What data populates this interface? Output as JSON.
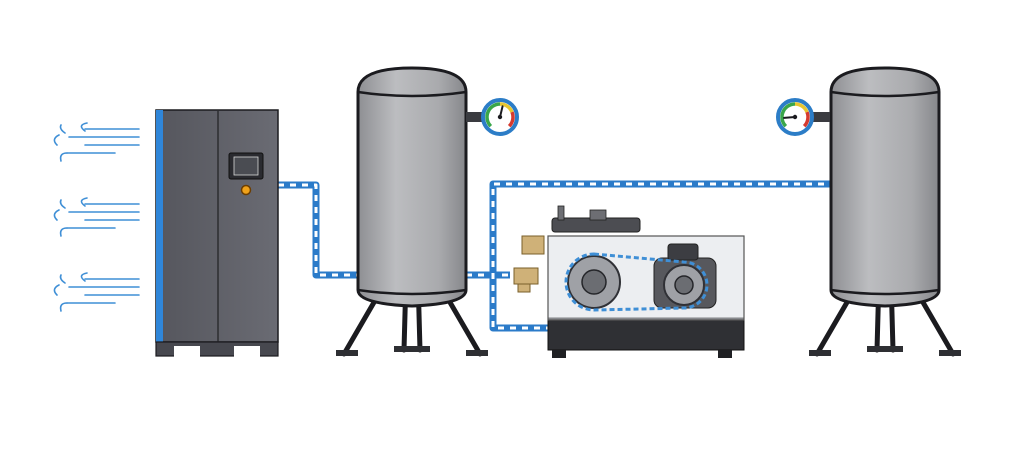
{
  "diagram": {
    "components": [
      {
        "id": "air-intake",
        "icon": "wind-lines-icon"
      },
      {
        "id": "compressor-cabinet",
        "icon": "compressor-cabinet-icon"
      },
      {
        "id": "receiver-tank-1",
        "icon": "tank-icon"
      },
      {
        "id": "pressure-gauge-1",
        "icon": "pressure-gauge-icon"
      },
      {
        "id": "booster-compressor",
        "icon": "piston-compressor-icon"
      },
      {
        "id": "receiver-tank-2",
        "icon": "tank-icon"
      },
      {
        "id": "pressure-gauge-2",
        "icon": "pressure-gauge-icon"
      }
    ],
    "connections": [
      {
        "from": "compressor-cabinet",
        "to": "receiver-tank-1"
      },
      {
        "from": "receiver-tank-1",
        "to": "booster-compressor"
      },
      {
        "from": "booster-compressor",
        "to": "receiver-tank-2"
      }
    ],
    "gauges": [
      {
        "id": "pressure-gauge-1",
        "level": 0.55
      },
      {
        "id": "pressure-gauge-2",
        "level": 0.15
      }
    ],
    "colors": {
      "wind": "#3f8fd6",
      "cabinet": "#5f6068",
      "cabinet_accent": "#2f86d9",
      "tank": "#b3b4b6",
      "pipe_outline": "#2b7bc9",
      "pipe_dash": "#ffffff",
      "outline": "#1b1b1f",
      "gauge_ring": "#2c7dc7"
    }
  }
}
